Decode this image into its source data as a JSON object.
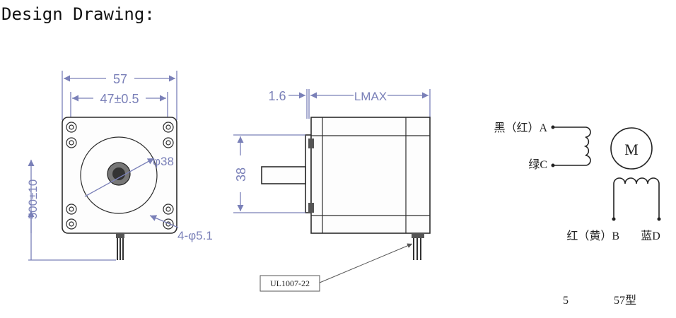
{
  "heading": "Design Drawing:",
  "front_view": {
    "dim_width": "57",
    "dim_hole_spacing": "47±0.5",
    "dim_diameter": "φ38",
    "dim_lead_length": "500±10",
    "dim_holes": "4-φ5.1"
  },
  "side_view": {
    "dim_flange": "1.6",
    "dim_length": "LMAX",
    "dim_boss": "38",
    "cable_label": "UL1007-22"
  },
  "wiring": {
    "wire_a": "黑（红）A",
    "wire_c": "绿C",
    "wire_b": "红（黄）B",
    "wire_d": "蓝D",
    "motor_symbol": "M",
    "footer_left": "5",
    "footer_right": "57型"
  }
}
